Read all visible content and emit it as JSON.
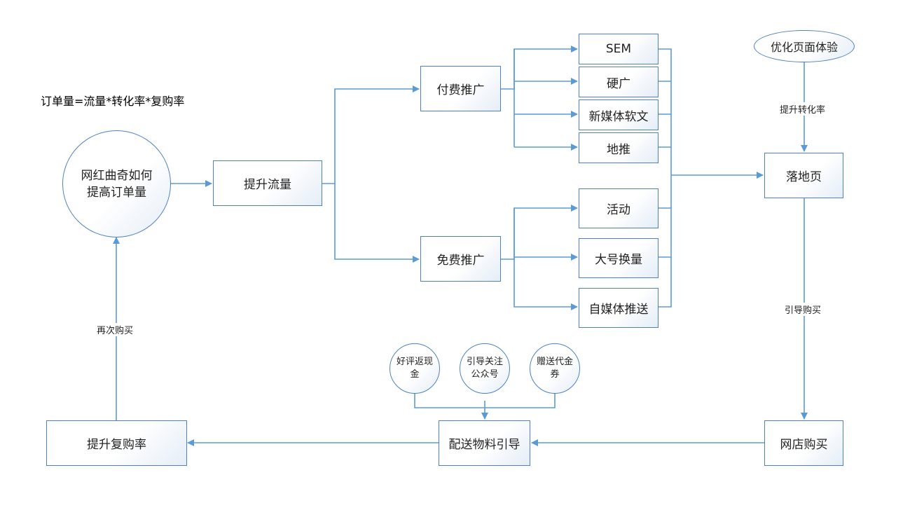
{
  "formula": "订单量=流量*转化率*复购率",
  "nodes": {
    "center": "网红曲奇如何提高订单量",
    "traffic": "提升流量",
    "paid": "付费推广",
    "free": "免费推广",
    "sem": "SEM",
    "hard_ad": "硬广",
    "new_media": "新媒体软文",
    "ground": "地推",
    "activity": "活动",
    "big_account": "大号换量",
    "self_media": "自媒体推送",
    "landing": "落地页",
    "optimize": "优化页面体验",
    "shop": "网店购买",
    "delivery": "配送物料引导",
    "repurchase": "提升复购率",
    "good_review": "好评返现金",
    "follow": "引导关注公众号",
    "coupon": "赠送代金券"
  },
  "edge_labels": {
    "conversion": "提升转化率",
    "guide_buy": "引导购买",
    "buy_again": "再次购买"
  },
  "colors": {
    "line": "#5b9bd5",
    "border": "#4f81bd"
  }
}
